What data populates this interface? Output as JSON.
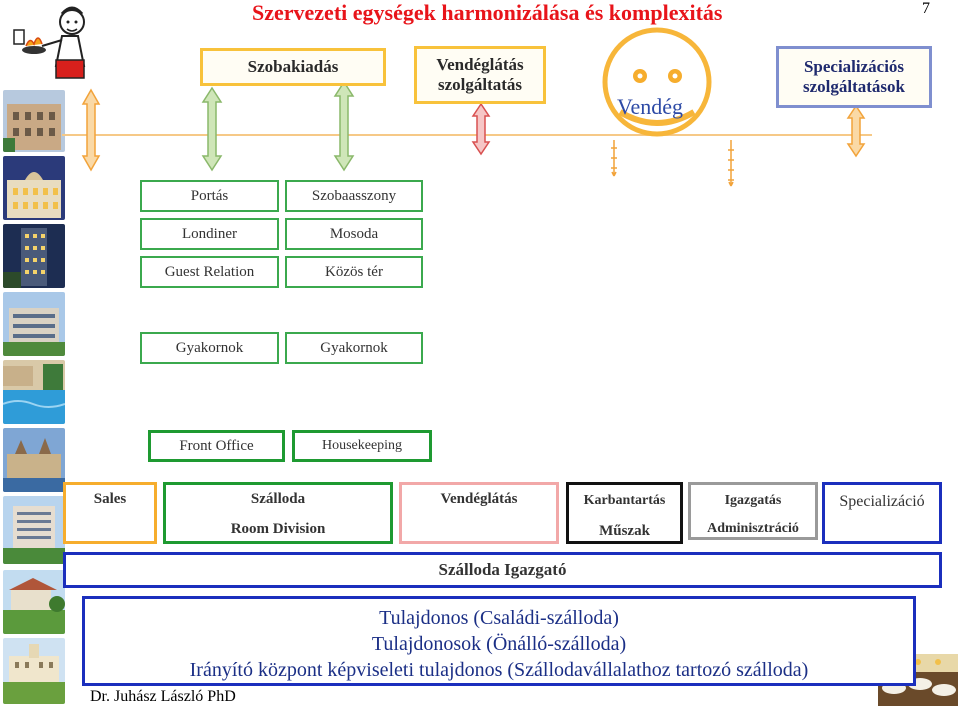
{
  "header": {
    "title": "Szervezeti egységek harmonizálása és komplexitás",
    "page_number": "7"
  },
  "top_row": {
    "szobakiadas": "Szobakiadás",
    "vendeglatas_line1": "Vendéglátás",
    "vendeglatas_line2": "szolgáltatás",
    "guest": "Vendég",
    "spec_line1": "Specializációs",
    "spec_line2": "szolgáltatások"
  },
  "staff": {
    "col1": [
      "Portás",
      "Londiner",
      "Guest Relation"
    ],
    "col2": [
      "Szobaasszony",
      "Mosoda",
      "Közös tér"
    ],
    "trainee1": "Gyakornok",
    "trainee2": "Gyakornok"
  },
  "sections": {
    "front_office": "Front Office",
    "housekeeping": "Housekeeping"
  },
  "departments": {
    "sales": "Sales",
    "szalloda": "Szálloda",
    "room_division": "Room Division",
    "vendeglatas": "Vendéglátás",
    "karbantartas": "Karbantartás",
    "muszak": "Műszak",
    "igazgatas": "Igazgatás",
    "adminisztracio": "Adminisztráció",
    "specializacio": "Specializáció"
  },
  "director": "Szálloda Igazgató",
  "owners": {
    "line1": "Tulajdonos (Családi-szálloda)",
    "line2": "Tulajdonosok (Önálló-szálloda)",
    "line3": "Irányító központ képviseleti tulajdonos (Szállodavállalathoz tartozó szálloda)"
  },
  "footer": {
    "author": "Dr. Juhász László PhD"
  },
  "colors": {
    "title_red": "#e8141a",
    "accent_yellow": "#f8c23b",
    "green": "#3ba94e",
    "blue": "#1b2fbd",
    "orange": "#f2a33a"
  }
}
